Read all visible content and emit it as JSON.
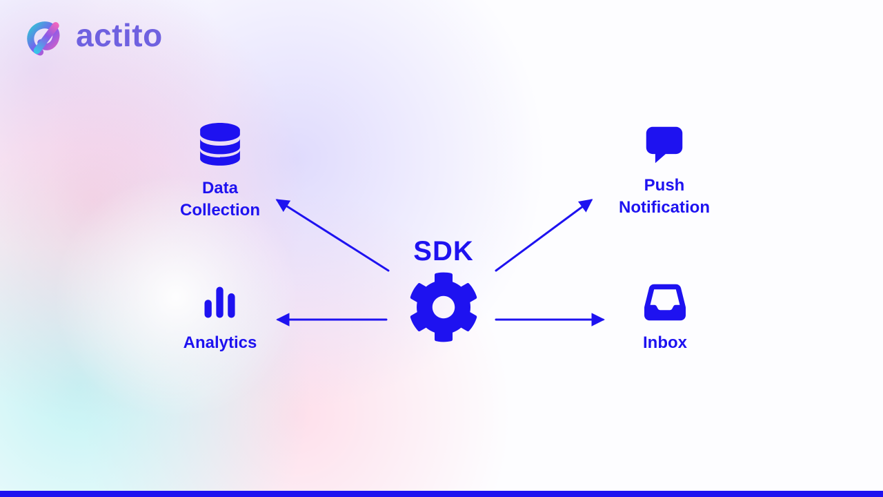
{
  "theme": {
    "accent_blue": "#1e12f0",
    "logo_text_color": "#6f61e0",
    "background_base": "#fdfdff",
    "bottom_bar_color": "#1e12f0"
  },
  "logo": {
    "text": "actito",
    "icon": "actito-ribbon-logo-icon"
  },
  "diagram": {
    "center": {
      "label": "SDK",
      "icon": "gear-icon"
    },
    "nodes": [
      {
        "id": "data-collection",
        "label": "Data\nCollection",
        "icon": "database-icon",
        "position": "top-left"
      },
      {
        "id": "analytics",
        "label": "Analytics",
        "icon": "bar-chart-icon",
        "position": "bottom-left"
      },
      {
        "id": "push-notification",
        "label": "Push\nNotification",
        "icon": "speech-bubble-icon",
        "position": "top-right"
      },
      {
        "id": "inbox",
        "label": "Inbox",
        "icon": "inbox-icon",
        "position": "bottom-right"
      }
    ],
    "arrows": [
      {
        "from": "sdk",
        "to": "data-collection"
      },
      {
        "from": "sdk",
        "to": "analytics"
      },
      {
        "from": "sdk",
        "to": "push-notification"
      },
      {
        "from": "sdk",
        "to": "inbox"
      }
    ]
  }
}
